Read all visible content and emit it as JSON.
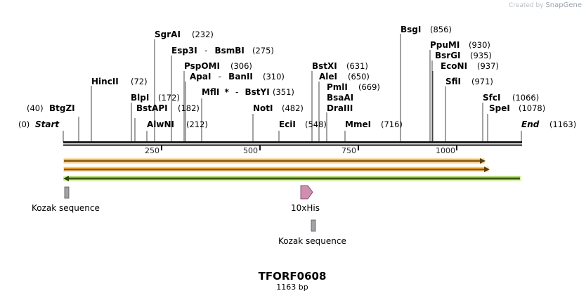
{
  "credit": {
    "text": "Created by",
    "brand": "SnapGene"
  },
  "map": {
    "title": "TFORF0608",
    "length_label": "1163 bp",
    "length": 1163,
    "start_label": "Start",
    "start_pos": "(0)",
    "end_label": "End",
    "end_pos": "(1163)"
  },
  "ticks": [
    "250",
    "500",
    "750",
    "1000"
  ],
  "enzymes": [
    {
      "name": "BtgZI",
      "pos": "(40)"
    },
    {
      "name": "HincII",
      "pos": "(72)"
    },
    {
      "name": "BlpI",
      "pos": "(172)"
    },
    {
      "name": "BstAPI",
      "pos": "(182)"
    },
    {
      "name": "AlwNI",
      "pos": "(212)"
    },
    {
      "name": "SgrAI",
      "pos": "(232)"
    },
    {
      "name": "Esp3I",
      "sep": "-",
      "name2": "BsmBI",
      "pos": "(275)"
    },
    {
      "name": "PspOMI",
      "pos": "(306)"
    },
    {
      "name": "ApaI",
      "sep": "-",
      "name2": "BanII",
      "pos": "(310)"
    },
    {
      "name": "MflI",
      "star": "*",
      "sep": "-",
      "name2": "BstYI",
      "pos": "(351)"
    },
    {
      "name": "NotI",
      "pos": "(482)"
    },
    {
      "name": "EciI",
      "pos": "(548)"
    },
    {
      "name": "BstXI",
      "pos": "(631)"
    },
    {
      "name": "AleI",
      "pos": "(650)"
    },
    {
      "name": "PmlI",
      "pos": "(669)"
    },
    {
      "name": "BsaAI",
      "pos": ""
    },
    {
      "name": "DraIII",
      "pos": ""
    },
    {
      "name": "MmeI",
      "pos": "(716)"
    },
    {
      "name": "BsgI",
      "pos": "(856)"
    },
    {
      "name": "PpuMI",
      "pos": "(930)"
    },
    {
      "name": "BsrGI",
      "pos": "(935)"
    },
    {
      "name": "EcoNI",
      "pos": "(937)"
    },
    {
      "name": "SfiI",
      "pos": "(971)"
    },
    {
      "name": "SfcI",
      "pos": "(1066)"
    },
    {
      "name": "SpeI",
      "pos": "(1078)"
    }
  ],
  "features": [
    {
      "label": "Kozak sequence"
    },
    {
      "label": "10xHis"
    },
    {
      "label": "Kozak sequence"
    }
  ],
  "colors": {
    "orf_fill": "#f5a623",
    "orf_glow": "#fde3b3",
    "orf2_fill": "#7ab317",
    "orf2_glow": "#d9f0b0",
    "his_tag": "#d08fb0",
    "kozak": "#9ea3a8"
  }
}
